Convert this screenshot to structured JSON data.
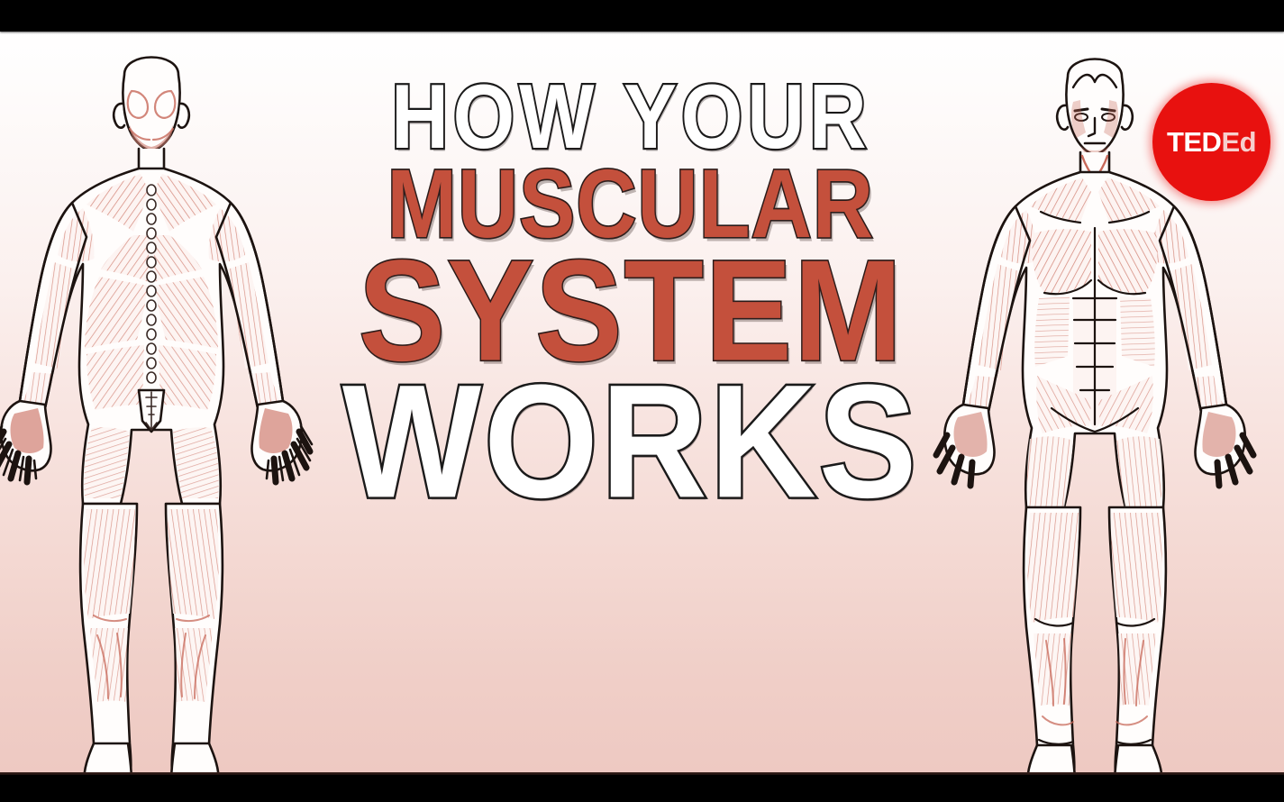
{
  "media": {
    "kind": "video-title-card",
    "brand": "TED-Ed",
    "aspect_letterbox": true
  },
  "title": {
    "full_text": "HOW YOUR MUSCULAR SYSTEM WORKS",
    "lines": [
      {
        "text": "HOW YOUR",
        "style": "outline-white",
        "name": "title-line-how-your"
      },
      {
        "text": "MUSCULAR",
        "style": "solid-red",
        "name": "title-line-muscular"
      },
      {
        "text": "SYSTEM",
        "style": "solid-red",
        "name": "title-line-system"
      },
      {
        "text": "WORKS",
        "style": "outline-white",
        "name": "title-line-works"
      }
    ]
  },
  "logo": {
    "ted": "TED",
    "ed": "Ed",
    "combined": "TEDEd",
    "shape": "circle",
    "background_color": "#e8110f",
    "text_color": "#ffffff"
  },
  "figures": [
    {
      "name": "anatomical-figure-posterior",
      "view": "back",
      "description": "Human muscular system, posterior view with spine and back muscles",
      "position": "left"
    },
    {
      "name": "anatomical-figure-anterior",
      "view": "front",
      "description": "Human muscular system, anterior view with pectorals and abdominals",
      "position": "right"
    }
  ],
  "colors": {
    "title_red": "#c4503c",
    "title_outline": "#1a1a1a",
    "title_white": "#ffffff",
    "logo_red": "#e8110f",
    "muscle_red": "#c86a5c",
    "outline_black": "#1c1310",
    "background_top": "#ffffff",
    "background_bottom": "#eec9c2",
    "letterbox": "#000000"
  }
}
